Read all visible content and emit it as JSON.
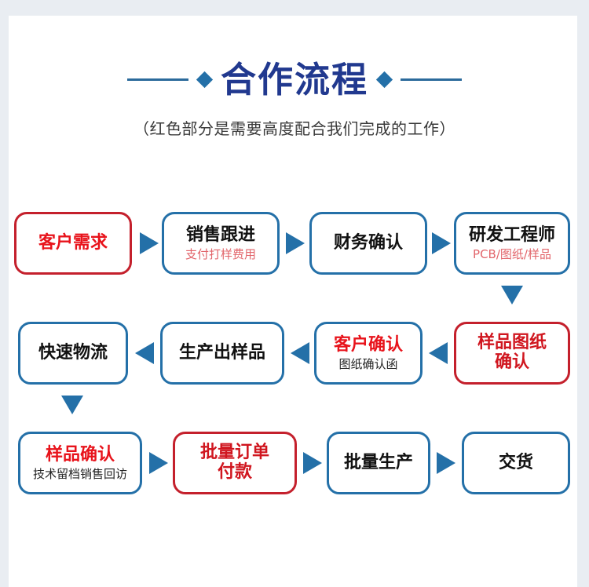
{
  "header": {
    "title": "合作流程",
    "subtitle": "（红色部分是需要高度配合我们完成的工作）",
    "left_rule": "decorative-rule",
    "right_rule": "decorative-rule",
    "left_diamond": "diamond-marker",
    "right_diamond": "diamond-marker"
  },
  "colors": {
    "title_blue": "#21398f",
    "accent_blue": "#2470a8",
    "rule_blue": "#2b6a9b",
    "accent_red": "#c4202c",
    "text_red": "#e8131b",
    "sub_red": "#e2646a",
    "page_bg": "#e9edf2",
    "sheet_bg": "#ffffff"
  },
  "flow": {
    "rows": [
      {
        "direction": "left-to-right",
        "nodes": [
          {
            "label": "客户需求",
            "sub": "",
            "border": "red",
            "label_color": "red",
            "sub_color": ""
          },
          {
            "label": "销售跟进",
            "sub": "支付打样费用",
            "border": "blue",
            "label_color": "dark",
            "sub_color": "red"
          },
          {
            "label": "财务确认",
            "sub": "",
            "border": "blue",
            "label_color": "dark",
            "sub_color": ""
          },
          {
            "label": "研发工程师",
            "sub": "PCB/图纸/样品",
            "border": "blue",
            "label_color": "dark",
            "sub_color": "red"
          }
        ],
        "arrows": [
          "right",
          "right",
          "right"
        ]
      },
      {
        "direction": "right-to-left",
        "nodes": [
          {
            "label": "快速物流",
            "sub": "",
            "border": "blue",
            "label_color": "dark",
            "sub_color": ""
          },
          {
            "label": "生产出样品",
            "sub": "",
            "border": "blue",
            "label_color": "dark",
            "sub_color": ""
          },
          {
            "label": "客户确认",
            "sub": "图纸确认函",
            "border": "blue",
            "label_color": "red",
            "sub_color": "dark"
          },
          {
            "label": "样品图纸\n确认",
            "sub": "",
            "border": "red",
            "label_color": "red",
            "sub_color": ""
          }
        ],
        "arrows": [
          "left",
          "left",
          "left"
        ]
      },
      {
        "direction": "left-to-right",
        "nodes": [
          {
            "label": "样品确认",
            "sub": "技术留档销售回访",
            "border": "blue",
            "label_color": "red",
            "sub_color": "dark"
          },
          {
            "label": "批量订单\n付款",
            "sub": "",
            "border": "red",
            "label_color": "red",
            "sub_color": ""
          },
          {
            "label": "批量生产",
            "sub": "",
            "border": "blue",
            "label_color": "dark",
            "sub_color": ""
          },
          {
            "label": "交货",
            "sub": "",
            "border": "blue",
            "label_color": "dark",
            "sub_color": ""
          }
        ],
        "arrows": [
          "right",
          "right",
          "right"
        ]
      }
    ],
    "connectors": [
      {
        "name": "connector-row1-to-row2",
        "direction": "down"
      },
      {
        "name": "connector-row2-to-row3",
        "direction": "down"
      }
    ]
  }
}
